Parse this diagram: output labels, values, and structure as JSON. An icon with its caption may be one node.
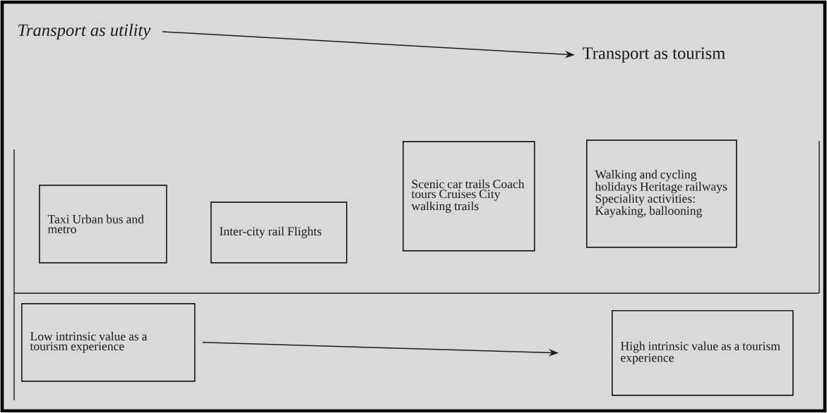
{
  "diagram": {
    "nodes": [
      {
        "text": [
          "Transport as utility"
        ]
      },
      {
        "text": [
          "Transport as tourism"
        ]
      },
      {
        "text": [
          "Taxi Urban bus and metro"
        ]
      },
      {
        "text": [
          "Inter-city rail Flights"
        ]
      },
      {
        "text": [
          "Scenic car trails Coach tours Cruises City walking trails"
        ]
      },
      {
        "text": [
          "Walking and cycling holidays Heritage railways Speciality activities: Kayaking, ballooning"
        ]
      },
      {
        "text": [
          "Low intrinsic value as a tourism experience"
        ]
      },
      {
        "text": [
          "High intrinsic value as a tourism experience"
        ]
      }
    ],
    "edges": [
      {
        "from": 0,
        "to": 1,
        "arrow": "to"
      },
      {
        "from": 6,
        "to": 7,
        "arrow": "to"
      }
    ]
  }
}
